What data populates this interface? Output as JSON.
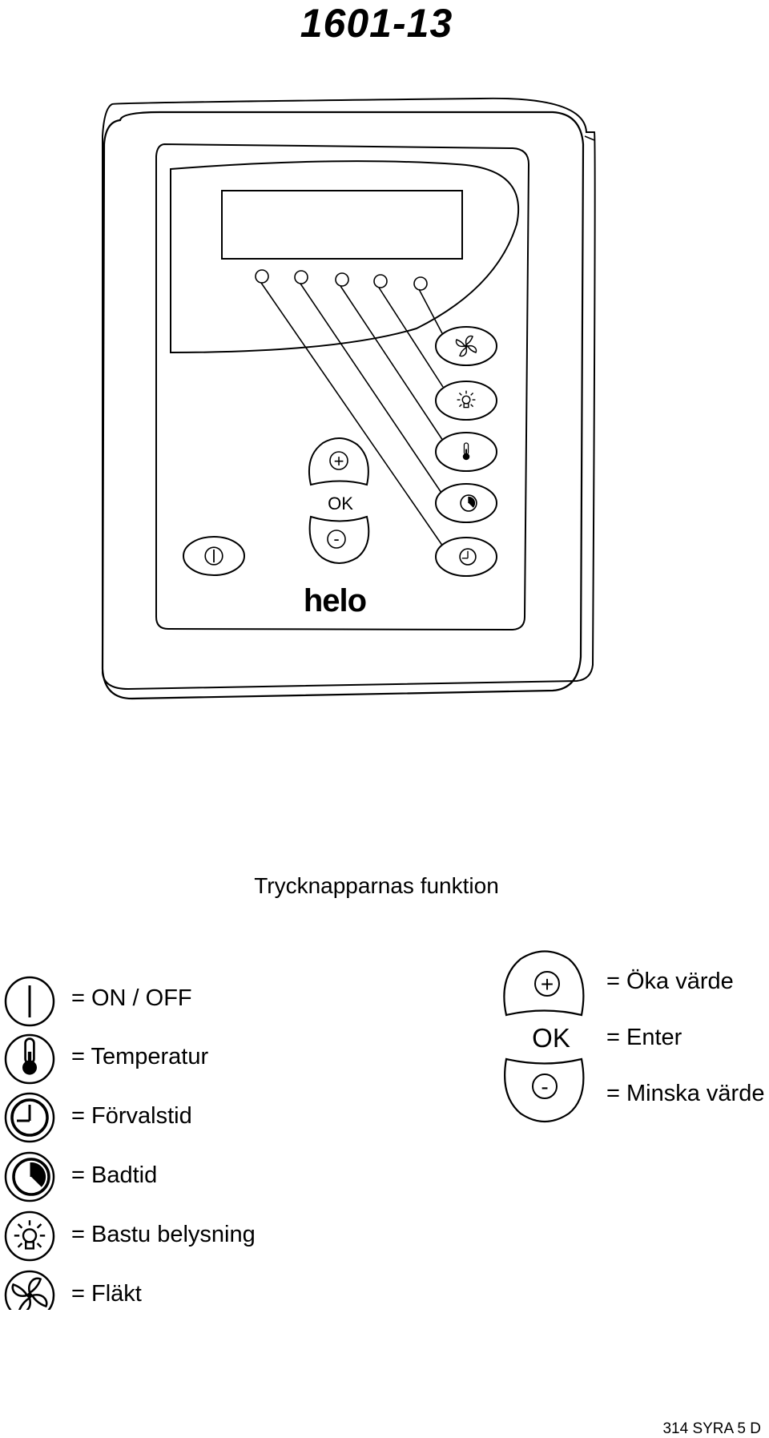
{
  "header": {
    "model_number": "1601-13"
  },
  "device": {
    "brand": "helo",
    "ok_label": "OK",
    "plus_label": "+",
    "minus_label": "-",
    "buttons": [
      "fan-icon",
      "light-icon",
      "thermometer-icon",
      "bath-time-icon",
      "preset-time-icon",
      "power-icon"
    ]
  },
  "legend": {
    "heading": "Trycknapparnas funktion",
    "items": [
      {
        "icon": "power-icon",
        "label": "= ON / OFF"
      },
      {
        "icon": "thermometer-icon",
        "label": "= Temperatur"
      },
      {
        "icon": "preset-time-icon",
        "label": "= Förvalstid"
      },
      {
        "icon": "bath-time-icon",
        "label": "= Badtid"
      },
      {
        "icon": "light-icon",
        "label": "= Bastu belysning"
      },
      {
        "icon": "fan-icon",
        "label": "= Fläkt"
      }
    ],
    "ok_group": {
      "ok_label": "OK",
      "plus_label": "+",
      "minus_label": "-",
      "items": [
        "= Öka värde",
        "= Enter",
        "= Minska värde"
      ]
    }
  },
  "footer": {
    "code": "314 SYRA 5 D"
  }
}
